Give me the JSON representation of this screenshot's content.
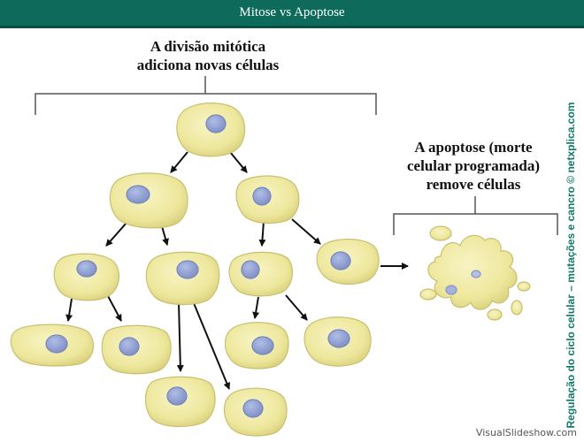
{
  "header": {
    "title": "Mitose vs Apoptose"
  },
  "mitosis": {
    "label_line1": "A divisão mitótica",
    "label_line2": "adiciona novas células"
  },
  "apoptosis": {
    "label_line1": "A apoptose (morte",
    "label_line2": "celular programada)",
    "label_line3": "remove células"
  },
  "side_caption": "Regulação do ciclo celular – mutações e cancro © netxplica.com",
  "watermark": "VisualSlideshow.com",
  "colors": {
    "header_bg": "#0e6b5b",
    "cell_fill": "#ede79c",
    "cell_edge": "#c8c070",
    "nucleus": "#8f9fd0",
    "caption": "#0f7a6a"
  }
}
